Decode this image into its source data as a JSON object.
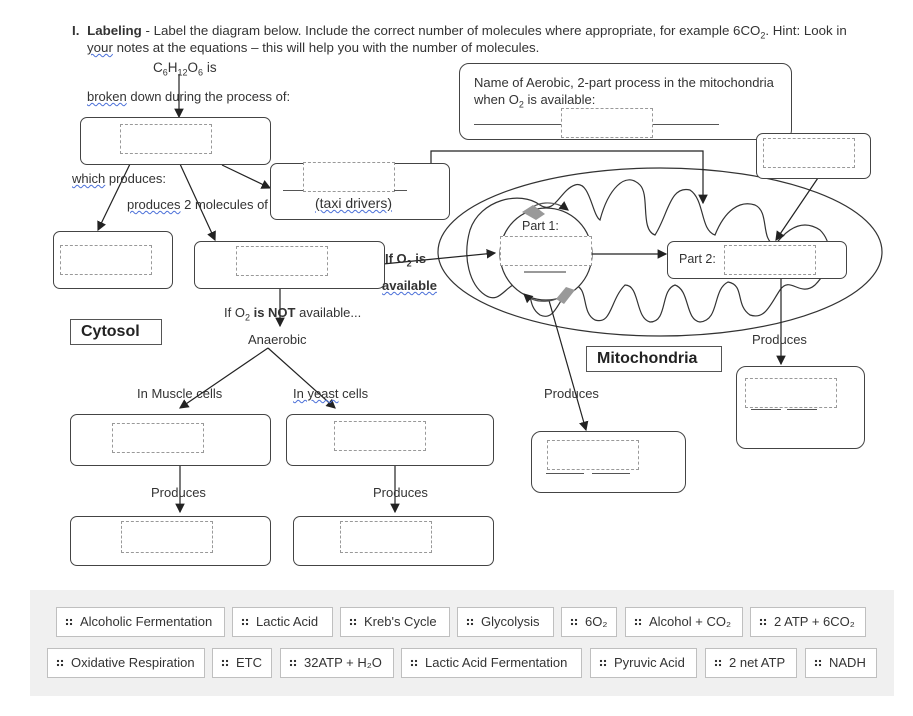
{
  "instructions": {
    "number": "I.",
    "heading": "Labeling",
    "line1": " - Label the diagram below.  Include the correct number of molecules where appropriate, for example 6CO",
    "line1_sub": "2",
    "line1_end": ".  Hint:  Look in",
    "line2_wavy": "your",
    "line2": " notes at the equations – this will help you with the number of molecules."
  },
  "diagram": {
    "glucose_c": "C",
    "glucose_6a": "6",
    "glucose_h": "H",
    "glucose_12": "12",
    "glucose_o": "O",
    "glucose_6b": "6",
    "glucose_is": " is",
    "broken_wavy": "broken",
    "broken_rest": " down during the process of:",
    "which_wavy": "which",
    "which_rest": " produces:",
    "produces2_wavy": "produces",
    "produces2_rest": " 2 molecules of",
    "taxi": "(taxi drivers)",
    "if_o2_is": "If O",
    "if_o2_sub": "2",
    "if_o2_is_end": " is",
    "available": "available",
    "not_avail_a": "If O",
    "not_avail_sub": "2",
    "not_avail_b": " is NOT",
    "not_avail_c": " available...",
    "anaerobic": "Anaerobic",
    "muscle": "In Muscle cells",
    "yeast_wavy": "In yeast",
    "yeast_rest": " cells",
    "produces_a": "Produces",
    "produces_b": "Produces",
    "produces_c": "Produces",
    "produces_d": "Produces",
    "cytosol": "Cytosol",
    "mitochondria": "Mitochondria",
    "part1": "Part 1:",
    "part2": "Part 2:",
    "aerobic_q1": "Name of Aerobic, 2-part process in the mitochondria",
    "aerobic_q2a": "when O",
    "aerobic_q2sub": "2",
    "aerobic_q2b": " is available:"
  },
  "word_bank": [
    "Alcoholic Fermentation",
    "Lactic Acid",
    "Kreb's Cycle",
    "Glycolysis",
    "6O₂",
    "Alcohol + CO₂",
    "2 ATP + 6CO₂",
    "Oxidative Respiration",
    "ETC",
    "32ATP + H₂O",
    "Lactic Acid Fermentation",
    "Pyruvic Acid",
    "2 net ATP",
    "NADH"
  ],
  "icons": {
    "chip_handle": "drag-handle-icon"
  }
}
